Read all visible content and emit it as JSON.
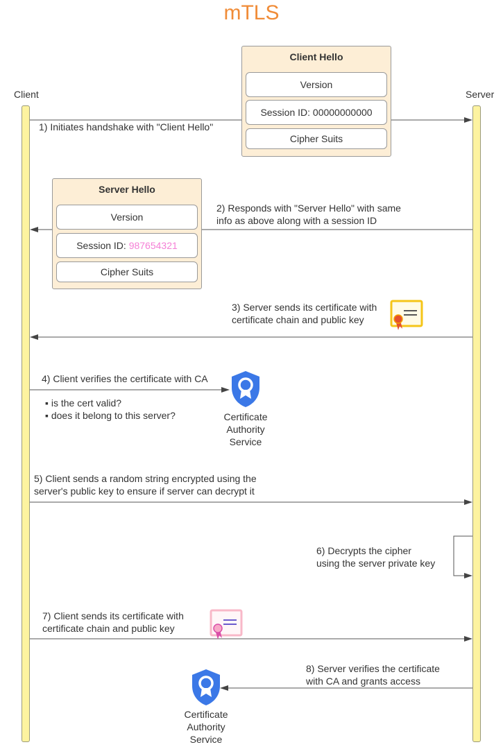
{
  "title": "mTLS",
  "lifelines": {
    "client": "Client",
    "server": "Server"
  },
  "client_hello": {
    "title": "Client Hello",
    "fields": [
      {
        "label": "Version"
      },
      {
        "label": "Session ID: 00000000000"
      },
      {
        "label": "Cipher Suits"
      }
    ]
  },
  "server_hello": {
    "title": "Server Hello",
    "fields": [
      {
        "label": "Version"
      },
      {
        "label_prefix": "Session ID: ",
        "label_value": "987654321"
      },
      {
        "label": "Cipher Suits"
      }
    ]
  },
  "steps": {
    "s1": "1) Initiates handshake with \"Client Hello\"",
    "s2a": "2) Responds with \"Server Hello\" with same",
    "s2b": "info as above along with a session ID",
    "s3a": "3) Server sends its certificate with",
    "s3b": "certificate chain and public key",
    "s4": "4) Client verifies the certificate with CA",
    "s4_bullets": [
      "is the cert valid?",
      "does it belong to this server?"
    ],
    "s5a": "5) Client sends a random string encrypted using the",
    "s5b": "server's public key to ensure if server can decrypt it",
    "s6a": "6) Decrypts the cipher",
    "s6b": "using the server private key",
    "s7a": "7) Client sends its certificate with",
    "s7b": "certificate chain and public key",
    "s8a": "8) Server verifies the certificate",
    "s8b": "with CA and grants access"
  },
  "ca_service": {
    "line1": "Certificate",
    "line2": "Authority",
    "line3": "Service"
  },
  "colors": {
    "title": "#f08c38",
    "lifeline": "#fdf3a0",
    "hello_box": "#fdeed6",
    "session_accent": "#f57fd6",
    "ca_shield": "#3b78e7",
    "server_cert": "#f5c518",
    "client_cert": "#f8b8c8"
  },
  "icons": [
    "shield-icon",
    "certificate-icon"
  ]
}
